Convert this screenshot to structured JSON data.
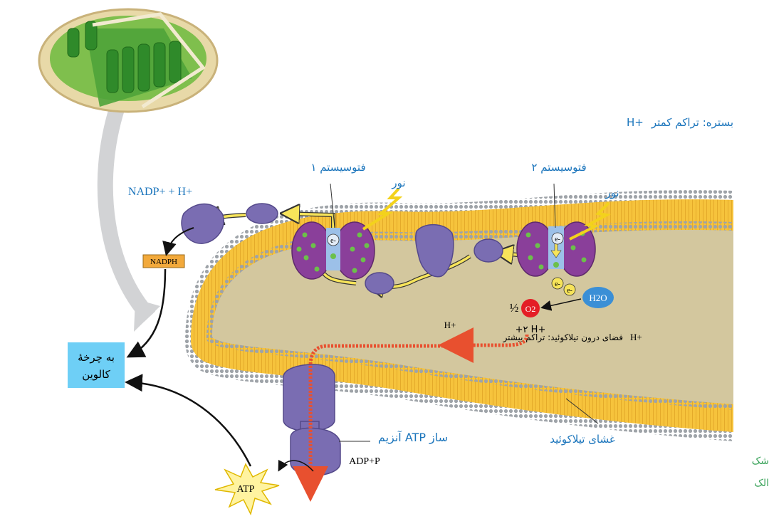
{
  "labels": {
    "stroma": "بستره: تراکم کمتر",
    "stroma_ion": "H+",
    "ps1": "فتوسیستم ۱",
    "ps2": "فتوسیستم ۲",
    "light1": "نور",
    "light2": "نور",
    "nadp": "NADP+ + H+",
    "nadph": "NADPH",
    "calvin_line1": "به چرخهٔ",
    "calvin_line2": "کالوین",
    "lumen": "فضای درون تیلاکوئید: تراکم بیشتر",
    "lumen_ion": "H+",
    "membrane": "غشای تیلاکوئید",
    "atp_synthase": "آنزیم ATP ساز",
    "adp_p": "ADP+P",
    "atp": "ATP",
    "h2o": "H2O",
    "o2": "O2",
    "half": "½",
    "two_h": "+۲ H+",
    "h_plus": "H+",
    "e1": "e-",
    "e2": "e-",
    "e3": "e-",
    "e4": "e-"
  },
  "caption_fragments": {
    "line1": "شک",
    "line2": "الک"
  },
  "colors": {
    "membrane_yellow": "#f6c33c",
    "membrane_head": "#9ea3a8",
    "lumen_fill": "#d3c79e",
    "protein": "#7a6db2",
    "photosystem": "#8a3f9a",
    "label_blue": "#1b75bc",
    "calvin_box": "#6ecff6",
    "nadph_box": "#f2a93b",
    "o2_red": "#e41e26",
    "h2o_blue": "#3a8fd6",
    "flow_red": "#e8502f",
    "atp_star": "#fff3a0"
  }
}
